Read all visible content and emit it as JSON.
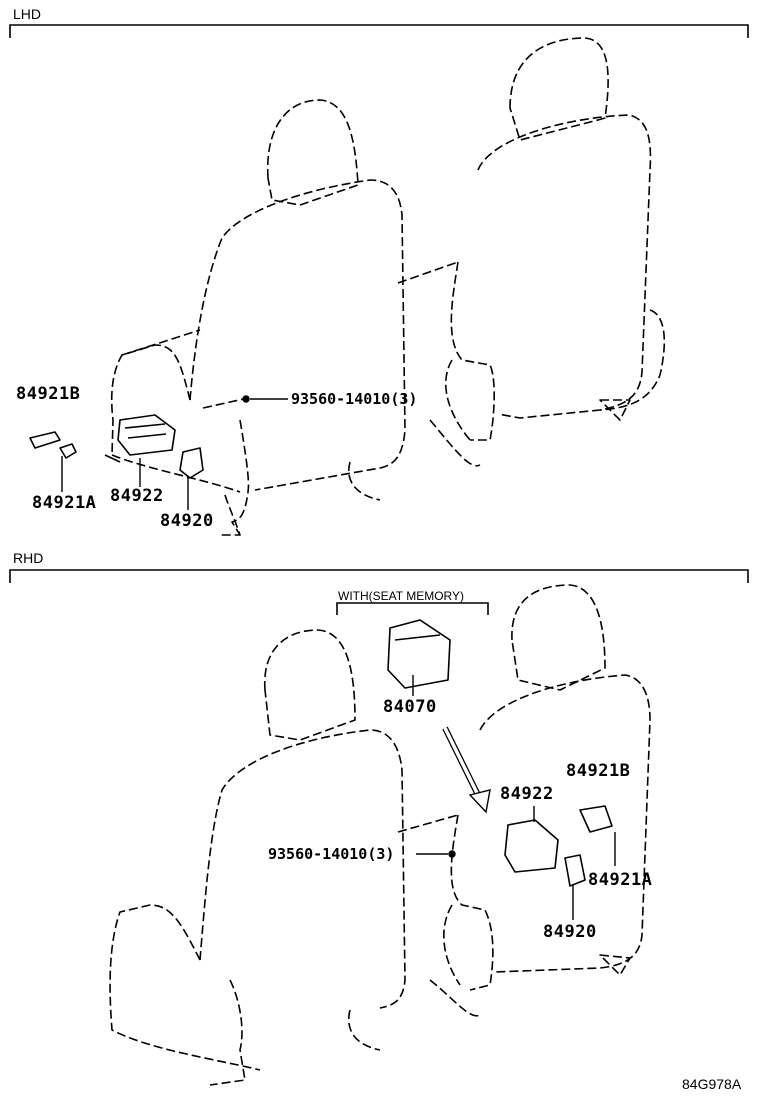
{
  "sections": {
    "lhd": {
      "label": "LHD",
      "parts": {
        "p84921b": "84921B",
        "p84921a": "84921A",
        "p84922": "84922",
        "p84920": "84920",
        "bolt": "93560-14010(3)"
      }
    },
    "rhd": {
      "label": "RHD",
      "option_label": "WITH(SEAT MEMORY)",
      "parts": {
        "p84070": "84070",
        "p84921b": "84921B",
        "p84922": "84922",
        "p84921a": "84921A",
        "p84920": "84920",
        "bolt": "93560-14010(3)"
      }
    }
  },
  "diagram_code": "84G978A"
}
